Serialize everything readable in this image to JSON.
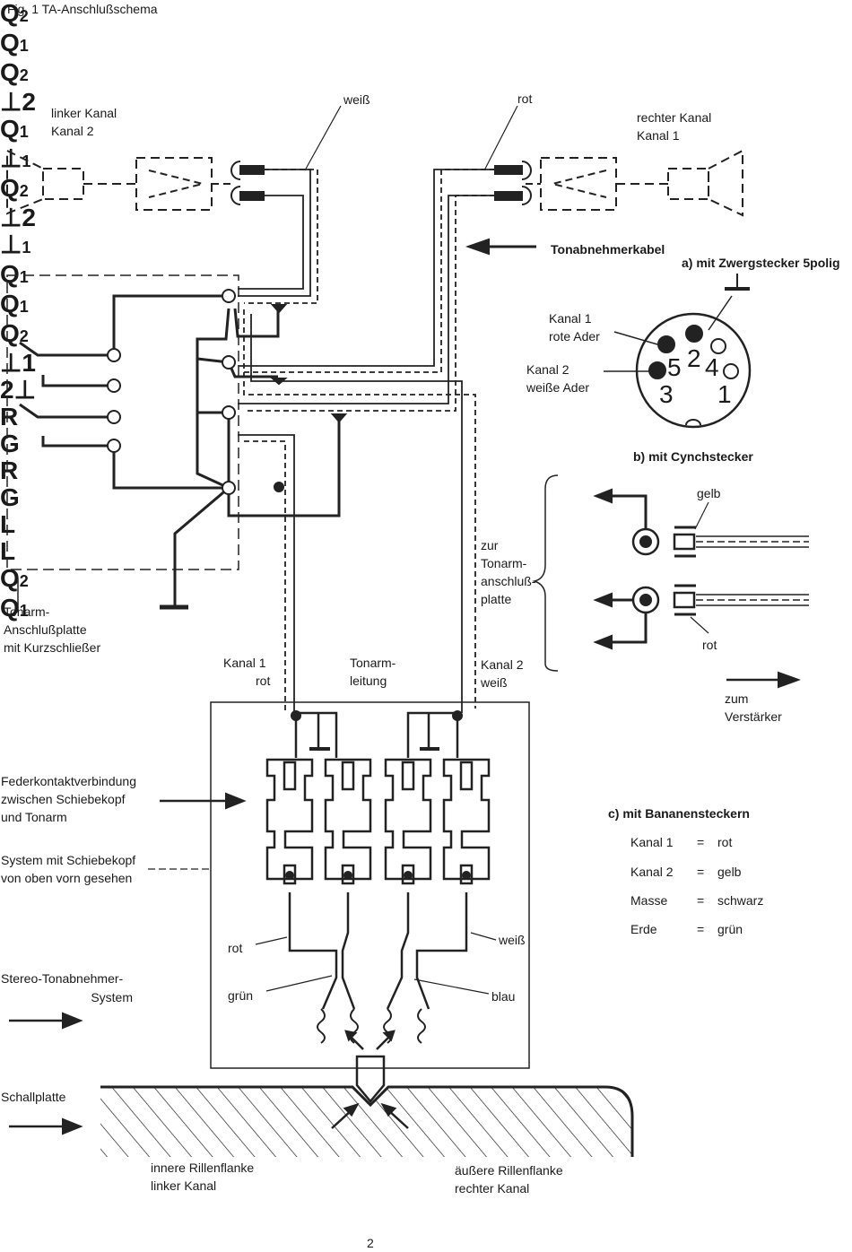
{
  "fig_caption": "Fig. 1   TA-Anschlußschema",
  "page_number": "2",
  "left_speaker": {
    "line1": "linker Kanal",
    "line2": "Kanal 2"
  },
  "right_speaker": {
    "line1": "rechter Kanal",
    "line2": "Kanal 1"
  },
  "wire_weiss": "weiß",
  "wire_rot": "rot",
  "tonabnehmerkabel": "Tonabnehmerkabel",
  "symbols": {
    "q": "Q",
    "sub1": "1",
    "sub2": "2",
    "ground": "⊥",
    "gnd1": "1",
    "gnd2": "2",
    "r": "R",
    "g": "G",
    "l": "L"
  },
  "plate_label": {
    "line1": "Tonarm-",
    "line2": "Anschlußplatte",
    "line3": "mit Kurzschließer"
  },
  "tonarm_wires": {
    "kanal1": {
      "line1": "Kanal 1",
      "line2": "rot"
    },
    "leitung": {
      "line1": "Tonarm-",
      "line2": "leitung"
    },
    "kanal2": {
      "line1": "Kanal 2",
      "line2": "weiß"
    }
  },
  "zur_platte": {
    "line1": "zur",
    "line2": "Tonarm-",
    "line3": "anschluß-",
    "line4": "platte"
  },
  "section_a": {
    "title": "a) mit Zwergstecker 5polig",
    "kanal1": {
      "line1": "Kanal 1",
      "line2": "rote Ader"
    },
    "kanal2": {
      "line1": "Kanal 2",
      "line2": "weiße Ader"
    },
    "pins": {
      "p1": "1",
      "p2": "2",
      "p3": "3",
      "p4": "4",
      "p5": "5"
    }
  },
  "section_b": {
    "title": "b) mit Cynchstecker",
    "gelb": "gelb",
    "rot": "rot"
  },
  "zum_verstaerker": {
    "line1": "zum",
    "line2": "Verstärker"
  },
  "section_c": {
    "title": "c) mit Bananensteckern",
    "rows": [
      {
        "name": "Kanal 1",
        "eq": "=",
        "value": "rot"
      },
      {
        "name": "Kanal 2",
        "eq": "=",
        "value": "gelb"
      },
      {
        "name": "Masse",
        "eq": "=",
        "value": "schwarz"
      },
      {
        "name": "Erde",
        "eq": "=",
        "value": "grün"
      }
    ]
  },
  "feder": {
    "line1": "Federkontaktverbindung",
    "line2": "zwischen Schiebekopf",
    "line3": "und Tonarm"
  },
  "system_sk": {
    "line1": "System mit Schiebekopf",
    "line2": "von oben vorn gesehen"
  },
  "stereo": {
    "line1": "Stereo-Tonabnehmer-",
    "line2": "System"
  },
  "coil_wires": {
    "rot": "rot",
    "gruen": "grün",
    "weiss": "weiß",
    "blau": "blau"
  },
  "schallplatte": "Schallplatte",
  "innere": {
    "line1": "innere Rillenflanke",
    "line2": "linker Kanal"
  },
  "aeussere": {
    "line1": "äußere Rillenflanke",
    "line2": "rechter Kanal"
  }
}
